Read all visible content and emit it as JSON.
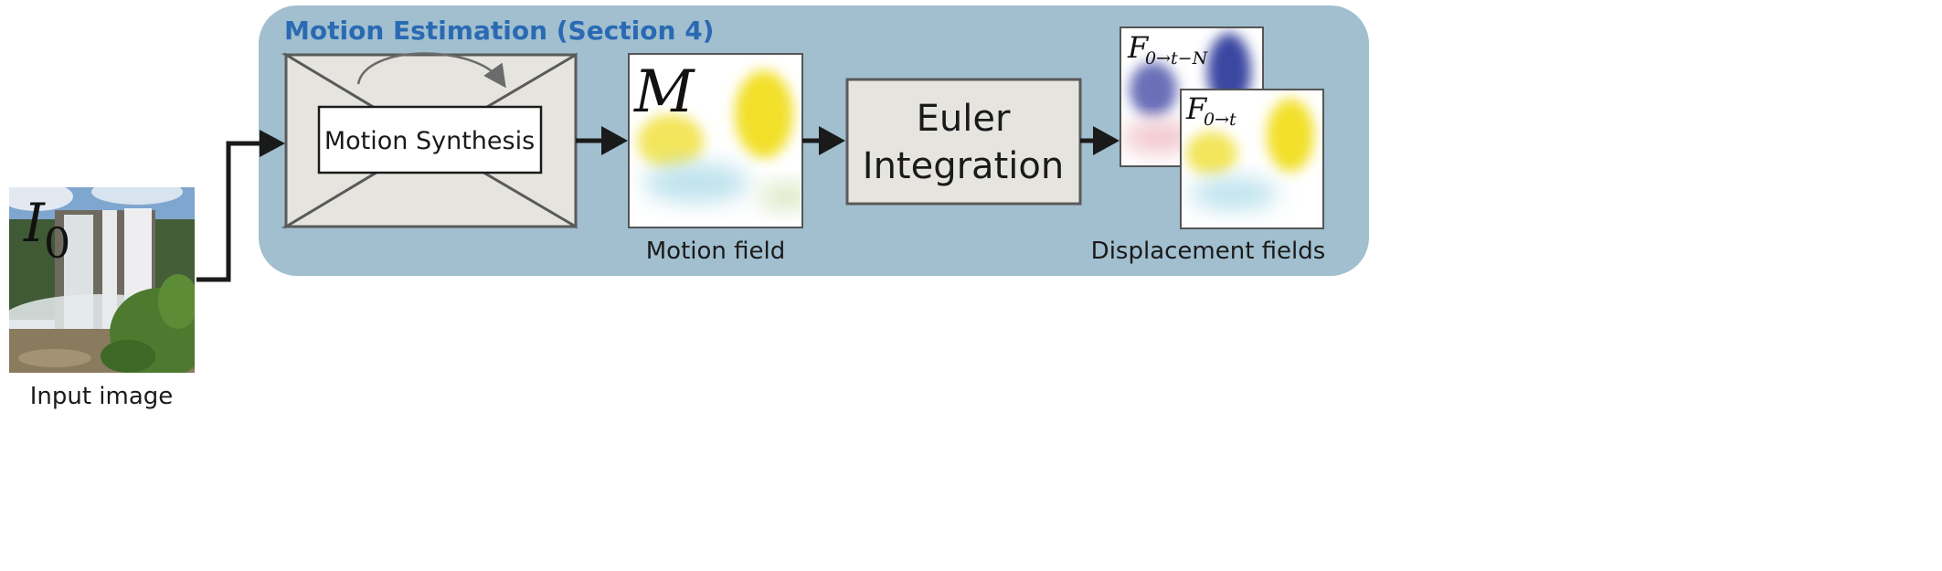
{
  "diagram": {
    "section_title": "Motion Estimation (Section 4)",
    "input": {
      "symbol": "I",
      "subscript": "0",
      "caption": "Input image"
    },
    "synthesis": {
      "label": "Motion Synthesis"
    },
    "motion_field": {
      "symbol": "M",
      "caption": "Motion field"
    },
    "euler": {
      "line1": "Euler",
      "line2": "Integration"
    },
    "displacement": {
      "back_symbol": "F",
      "back_subscript": "0→t−N",
      "front_symbol": "F",
      "front_subscript": "0→t",
      "caption": "Displacement fields"
    }
  },
  "colors": {
    "panel_bg": "#a1bfcf",
    "title_blue": "#2a6ab3",
    "node_fill": "#e6e4df",
    "node_stroke": "#5a5a5a",
    "arrow": "#1a1a1a",
    "motion_yellow": "#f2e02c",
    "motion_cyan": "#bfe3ee",
    "disp_blue": "#4a54a6"
  }
}
